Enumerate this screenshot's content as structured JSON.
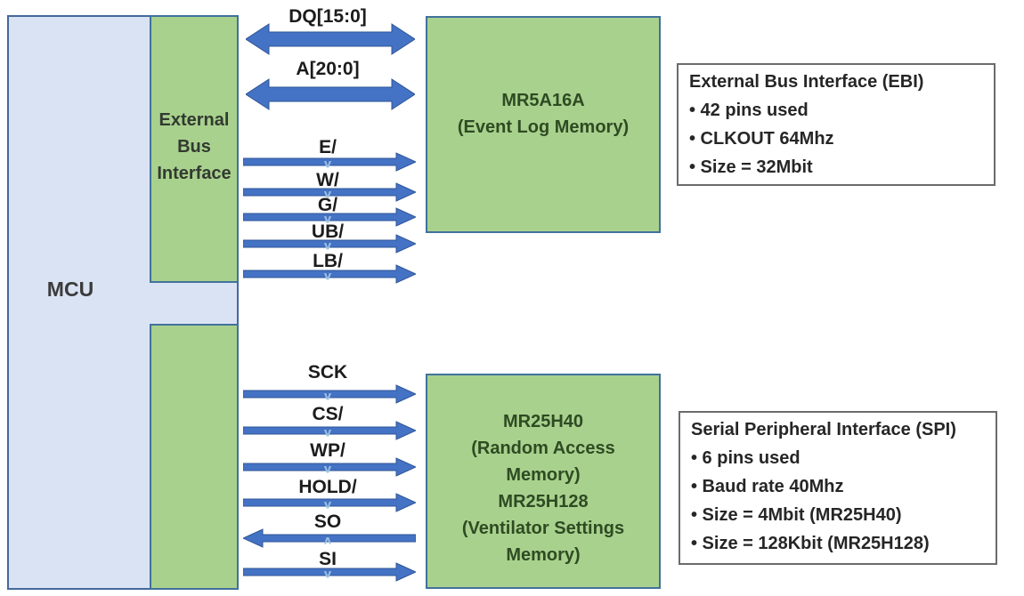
{
  "blocks": {
    "mcu": {
      "label": "MCU"
    },
    "ebi": {
      "label": "External Bus Interface"
    },
    "event_log_memory": {
      "lines": [
        "MR5A16A",
        "(Event Log Memory)"
      ]
    },
    "settings_memory": {
      "lines": [
        "MR25H40",
        "(Random Access",
        "Memory)",
        "MR25H128",
        "(Ventilator Settings",
        "Memory)"
      ]
    }
  },
  "signals": {
    "ebi_buses": [
      {
        "label": "DQ[15:0]",
        "direction": "bidirectional",
        "mark": ""
      },
      {
        "label": "A[20:0]",
        "direction": "bidirectional",
        "mark": ""
      }
    ],
    "ebi_lines": [
      {
        "label": "E/",
        "direction": "right",
        "mark": "v"
      },
      {
        "label": "W/",
        "direction": "right",
        "mark": "v"
      },
      {
        "label": "G/",
        "direction": "right",
        "mark": "v"
      },
      {
        "label": "UB/",
        "direction": "right",
        "mark": "v"
      },
      {
        "label": "LB/",
        "direction": "right",
        "mark": "v"
      }
    ],
    "spi_lines": [
      {
        "label": "SCK",
        "direction": "right",
        "mark": "v"
      },
      {
        "label": "CS/",
        "direction": "right",
        "mark": "v"
      },
      {
        "label": "WP/",
        "direction": "right",
        "mark": "v"
      },
      {
        "label": "HOLD/",
        "direction": "right",
        "mark": "v"
      },
      {
        "label": "SO",
        "direction": "left",
        "mark": "ʌ"
      },
      {
        "label": "SI",
        "direction": "right",
        "mark": "v"
      }
    ]
  },
  "info_boxes": [
    {
      "id": "ebi",
      "lines": [
        "External Bus Interface (EBI)",
        "• 42 pins used",
        "• CLKOUT 64Mhz",
        "• Size = 32Mbit"
      ]
    },
    {
      "id": "spi",
      "lines": [
        "Serial Peripheral Interface (SPI)",
        "• 6 pins used",
        "• Baud rate 40Mhz",
        "• Size = 4Mbit (MR25H40)",
        "• Size = 128Kbit (MR25H128)"
      ]
    }
  ],
  "colors": {
    "mcu_fill": "#dae3f3",
    "mcu_border": "#44699e",
    "block_fill": "#a9d18e",
    "block_border": "#41719c",
    "arrow_fill": "#4472c4",
    "arrow_edge": "#2f5597",
    "mark": "#9dc3e6",
    "info_border": "#6b6b6b",
    "memory_text": "#2e4b22"
  }
}
